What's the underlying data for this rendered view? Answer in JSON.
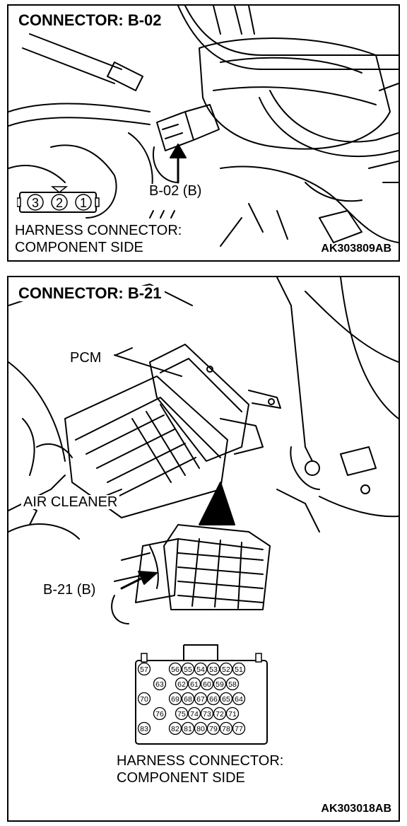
{
  "panels": [
    {
      "title": "CONNECTOR: B-02",
      "connector_callout": "B-02 (B)",
      "caption_line1": "HARNESS CONNECTOR:",
      "caption_line2": "COMPONENT SIDE",
      "figure_code": "AK303809AB",
      "pins": [
        "3",
        "2",
        "1"
      ]
    },
    {
      "title": "CONNECTOR: B-21",
      "pcm_label": "PCM",
      "air_cleaner_label": "AIR CLEANER",
      "connector_callout": "B-21 (B)",
      "caption_line1": "HARNESS CONNECTOR:",
      "caption_line2": "COMPONENT SIDE",
      "figure_code": "AK303018AB",
      "pins": {
        "row1": [
          "57",
          "56",
          "55",
          "54",
          "53",
          "52",
          "51"
        ],
        "row2": [
          "63",
          "62",
          "61",
          "60",
          "59",
          "58"
        ],
        "row3": [
          "70",
          "69",
          "68",
          "67",
          "66",
          "65",
          "64"
        ],
        "row4": [
          "76",
          "75",
          "74",
          "73",
          "72",
          "71"
        ],
        "row5": [
          "83",
          "82",
          "81",
          "80",
          "79",
          "78",
          "77"
        ]
      }
    }
  ]
}
